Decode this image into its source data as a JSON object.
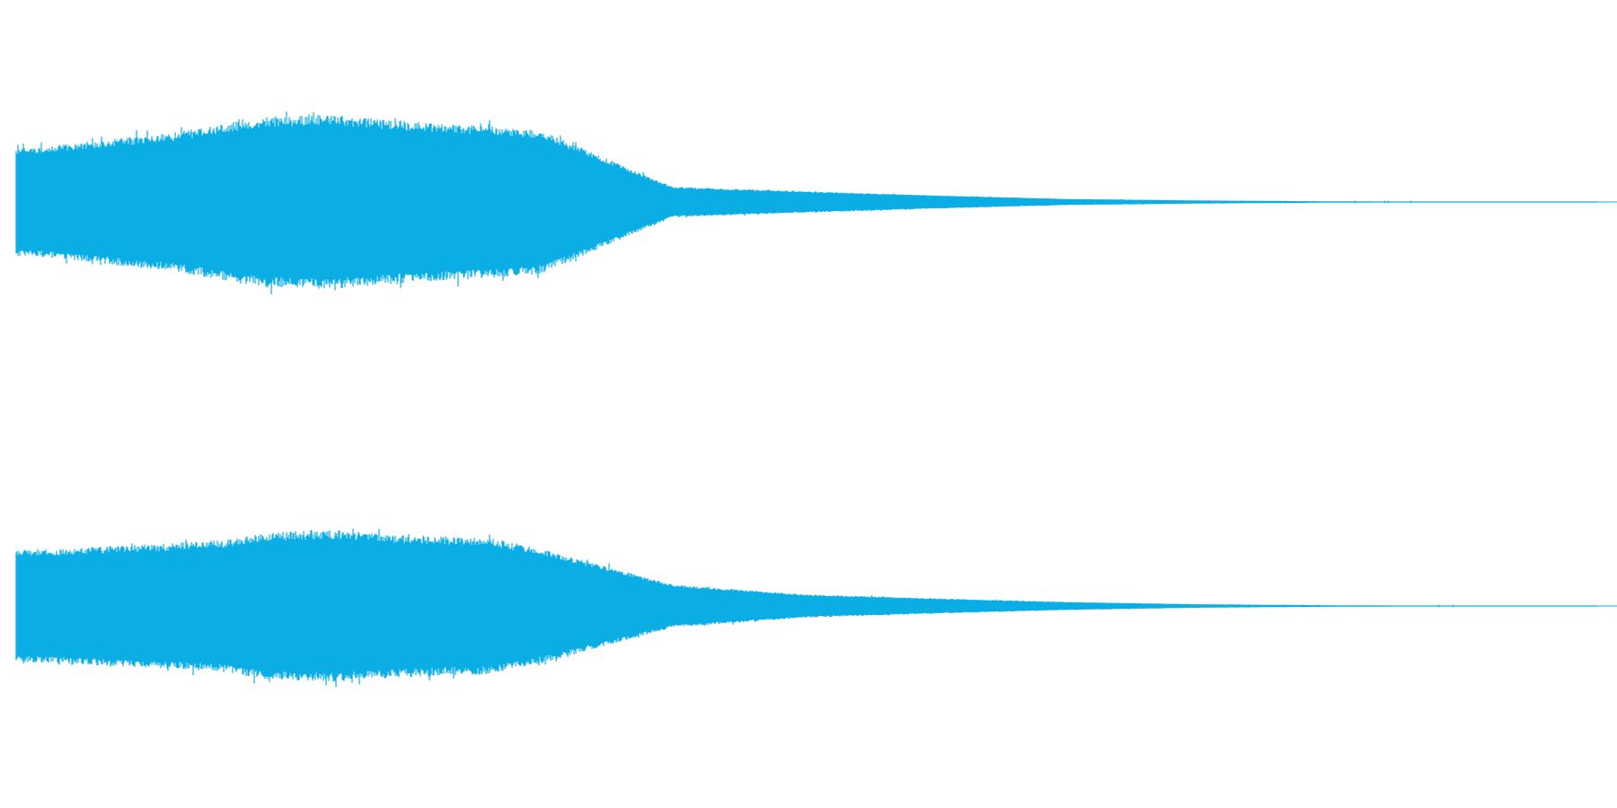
{
  "chart_data": {
    "type": "area",
    "kind": "stereo-waveform",
    "color": "#0aaee5",
    "background": "#ffffff",
    "grid": false,
    "legend": "none",
    "ylim": [
      -1,
      1
    ],
    "x": [
      0,
      0.5,
      3,
      6,
      8,
      9.5,
      12,
      14,
      16,
      18,
      20,
      25,
      30,
      35,
      40,
      45,
      50,
      55,
      61
    ],
    "series": [
      {
        "channel": "top",
        "envelope": [
          0.6,
          0.6,
          0.68,
          0.77,
          0.88,
          0.95,
          0.97,
          0.92,
          0.88,
          0.85,
          0.8,
          0.17,
          0.12,
          0.075,
          0.035,
          0.018,
          0.008,
          0.004,
          0.0
        ]
      },
      {
        "channel": "bottom",
        "envelope": [
          0.63,
          0.63,
          0.66,
          0.7,
          0.74,
          0.82,
          0.85,
          0.8,
          0.78,
          0.76,
          0.64,
          0.24,
          0.13,
          0.085,
          0.045,
          0.02,
          0.009,
          0.004,
          0.0
        ]
      }
    ]
  }
}
